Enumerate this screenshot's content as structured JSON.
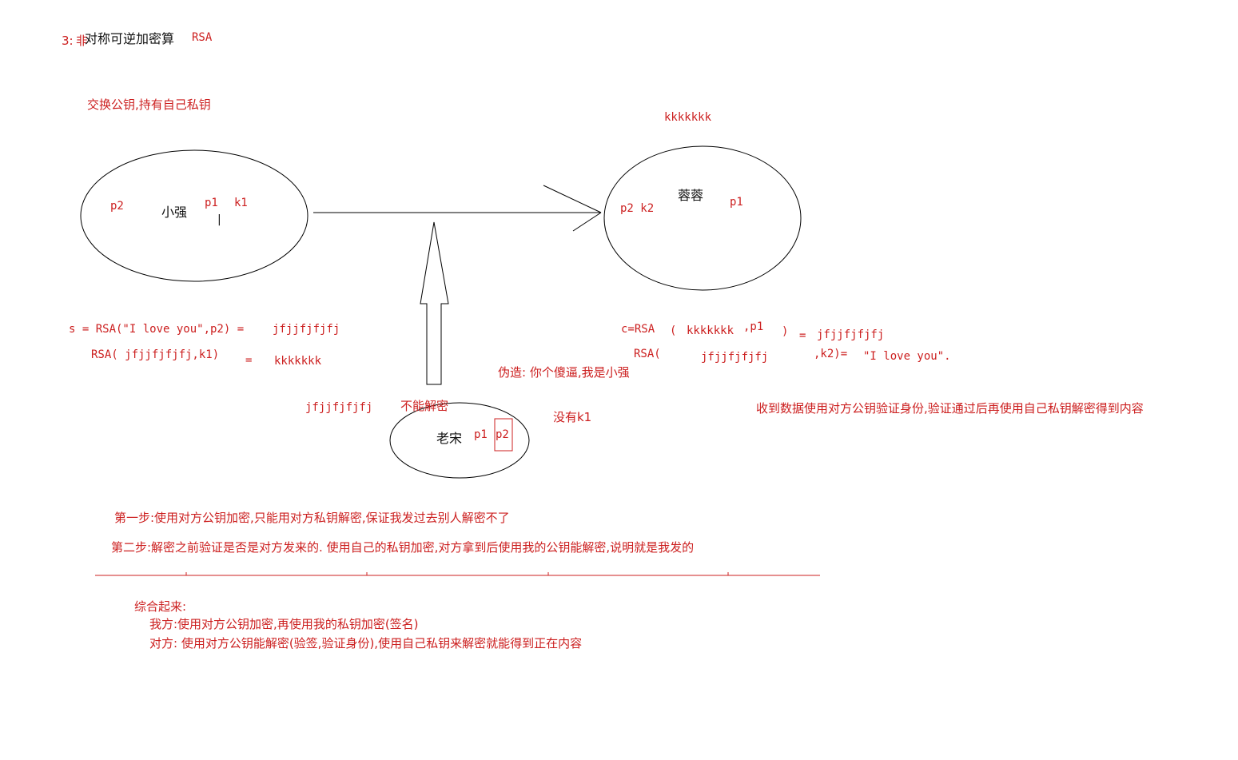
{
  "title": {
    "number": "3:",
    "prefix_char": "非",
    "text": "对称可逆加密算",
    "algorithm": "RSA"
  },
  "colors": {
    "text_red": "#cc1f1f",
    "text_black": "#111111",
    "lines": "#000000"
  },
  "note_exchange": "交换公钥,持有自己私钥",
  "parties": {
    "xiaoqiang": {
      "name": "小强",
      "key_a": "p2",
      "key_b": "p1",
      "key_c": "k1",
      "cursor": "|"
    },
    "rongrong": {
      "name": "蓉蓉",
      "key_a": "p2 k2",
      "key_b": "p1",
      "above": "kkkkkkk"
    },
    "laosong": {
      "name": "老宋",
      "key_a": "p1",
      "key_b": "p2",
      "no_key": "没有k1"
    }
  },
  "left_formulas": {
    "line1_left": "s = RSA(\"I love you\",p2) =",
    "line1_right": "jfjjfjfjfj",
    "line2_left": "RSA( jfjjfjfjfj,k1)",
    "line2_eq": "=",
    "line2_right": "kkkkkkk"
  },
  "right_formulas": {
    "c_label": "c=RSA",
    "c_paren_open": "(",
    "c_arg": "kkkkkkk",
    "c_key": ",p1",
    "c_paren_close": ")",
    "c_eq": "=",
    "c_result": "jfjjfjfjfj",
    "d_label": "RSA(",
    "d_arg": "jfjjfjfjfj",
    "d_key": ",k2)=",
    "d_result": "\"I love you\"."
  },
  "attacker": {
    "intercepted": "jfjjfjfjfj",
    "cannot_decrypt": "不能解密",
    "forgery": "伪造: 你个傻逼,我是小强"
  },
  "receive_note": "收到数据使用对方公钥验证身份,验证通过后再使用自己私钥解密得到内容",
  "steps": {
    "step1": "第一步:使用对方公钥加密,只能用对方私钥解密,保证我发过去别人解密不了",
    "step2": "第二步:解密之前验证是否是对方发来的. 使用自己的私钥加密,对方拿到后使用我的公钥能解密,说明就是我发的"
  },
  "summary": {
    "heading": "综合起来:",
    "mine": "我方:使用对方公钥加密,再使用我的私钥加密(签名)",
    "theirs": "对方: 使用对方公钥能解密(验签,验证身份),使用自己私钥来解密就能得到正在内容"
  }
}
